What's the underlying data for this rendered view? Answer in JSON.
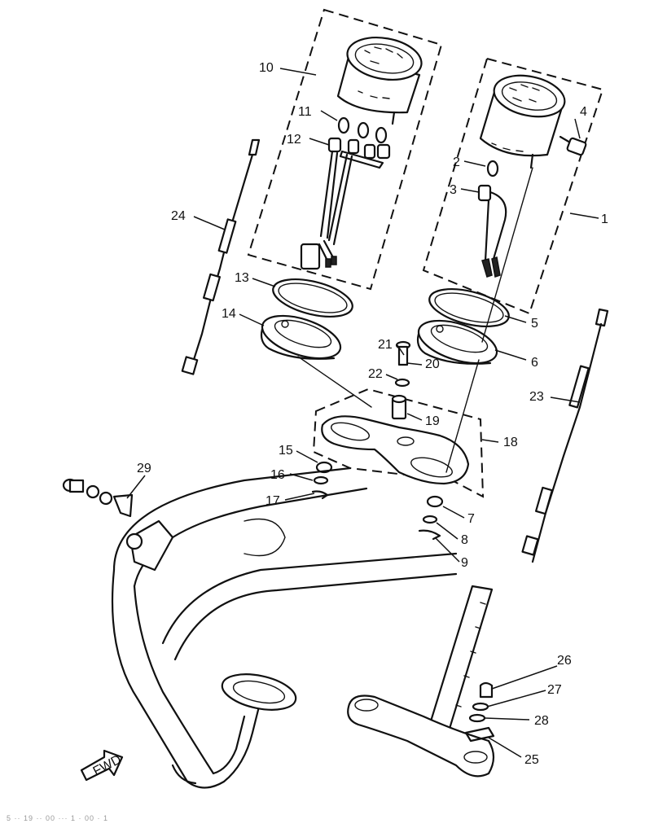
{
  "parts": [
    "1",
    "2",
    "3",
    "4",
    "5",
    "6",
    "7",
    "8",
    "9",
    "10",
    "11",
    "12",
    "13",
    "14",
    "15",
    "16",
    "17",
    "18",
    "19",
    "20",
    "21",
    "22",
    "23",
    "24",
    "25",
    "26",
    "27",
    "28",
    "29"
  ],
  "direction_marker": "FWD",
  "footer_text": "5 ·· 19 ·· 00  ··· 1 · 00 · 1"
}
